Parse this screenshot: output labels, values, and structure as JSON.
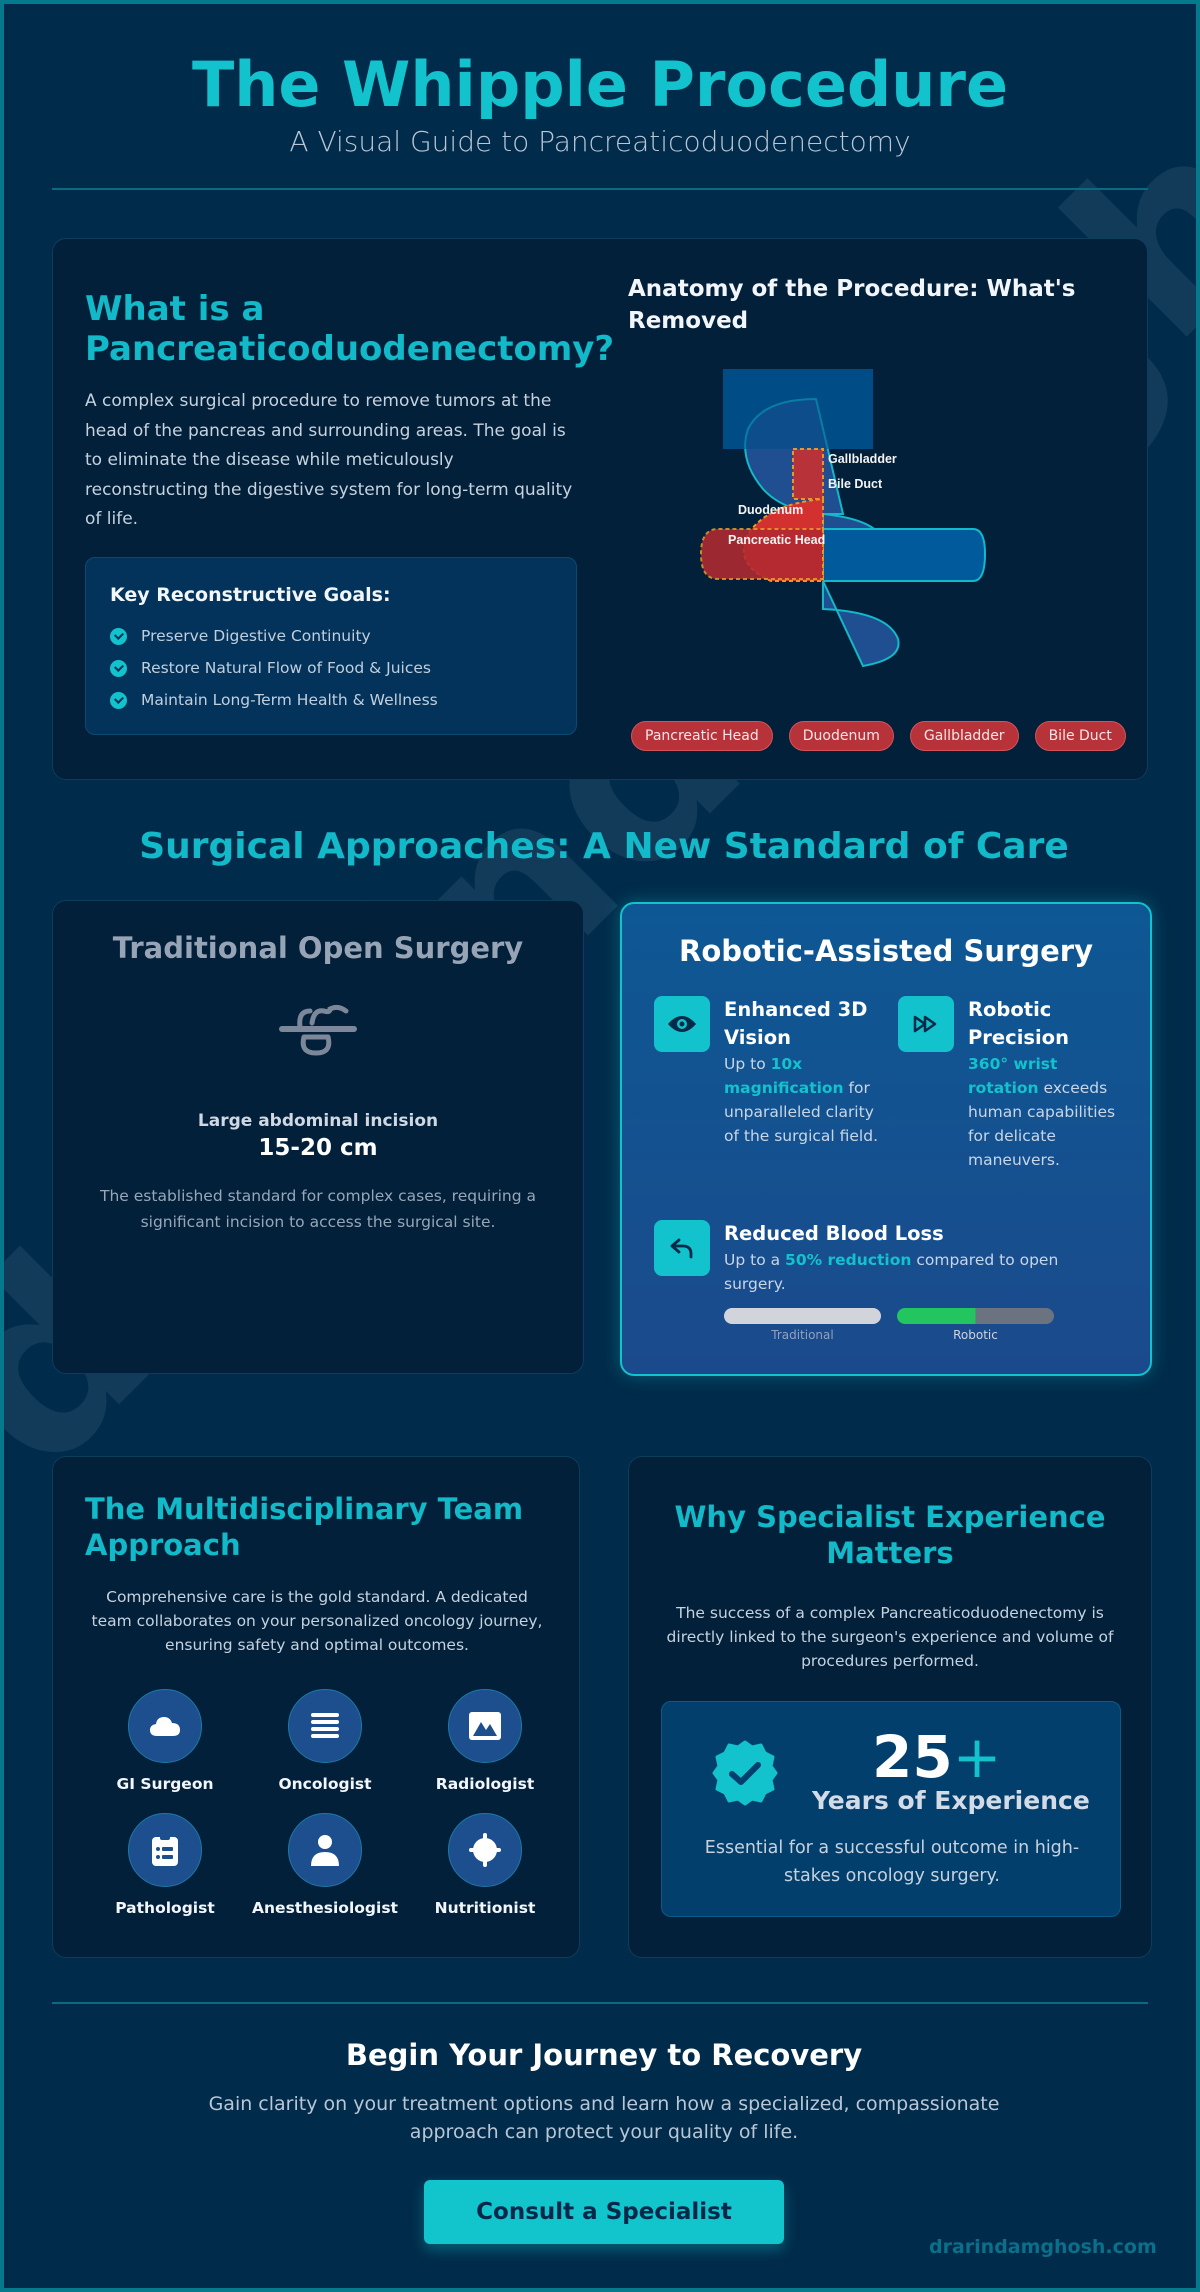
{
  "header": {
    "title": "The Whipple Procedure",
    "subtitle": "A Visual Guide to Pancreaticoduodenectomy"
  },
  "intro": {
    "heading": "What is a Pancreaticoduodenectomy?",
    "description": "A complex surgical procedure to remove tumors at the head of the pancreas and surrounding areas. The goal is to eliminate the disease while meticulously reconstructing the digestive system for long-term quality of life.",
    "goals_heading": "Key Reconstructive Goals:",
    "goals": [
      "Preserve Digestive Continuity",
      "Restore Natural Flow of Food & Juices",
      "Maintain Long-Term Health & Wellness"
    ]
  },
  "anatomy": {
    "heading": "Anatomy of the Procedure: What's Removed",
    "diagram_labels": {
      "gallbladder": "Gallbladder",
      "bile_duct": "Bile Duct",
      "duodenum": "Duodenum",
      "pancreatic_head": "Pancreatic Head"
    },
    "removed_tags": [
      "Pancreatic Head",
      "Duodenum",
      "Gallbladder",
      "Bile Duct"
    ],
    "colors": {
      "removed": "#d32f2f",
      "organ": "#005a9c",
      "outline": "#12b9c8",
      "tag": "#b8323a"
    }
  },
  "approaches": {
    "section_title": "Surgical Approaches: A New Standard of Care",
    "traditional": {
      "heading": "Traditional Open Surgery",
      "icon": "incision-icon",
      "label": "Large abdominal incision",
      "value": "15-20 cm",
      "description": "The established standard for complex cases, requiring a significant incision to access the surgical site."
    },
    "robotic": {
      "heading": "Robotic-Assisted Surgery",
      "features": [
        {
          "icon": "eye-icon",
          "title": "Enhanced 3D Vision",
          "pre": "Up to ",
          "highlight": "10x magnification",
          "post": " for unparalleled clarity of the surgical field."
        },
        {
          "icon": "fast-forward-icon",
          "title": "Robotic Precision",
          "pre": "",
          "highlight": "360° wrist rotation",
          "post": " exceeds human capabilities for delicate maneuvers."
        },
        {
          "icon": "undo-arrow-icon",
          "title": "Reduced Blood Loss",
          "pre": "Up to a ",
          "highlight": "50% reduction",
          "post": " compared to open surgery."
        }
      ],
      "blood_loss_bars": [
        {
          "label": "Traditional",
          "percent": 100,
          "color": "#d1d5db"
        },
        {
          "label": "Robotic",
          "percent": 50,
          "color": "#22c55e"
        }
      ]
    }
  },
  "team": {
    "heading": "The Multidisciplinary Team Approach",
    "description": "Comprehensive care is the gold standard. A dedicated team collaborates on your personalized oncology journey, ensuring safety and optimal outcomes.",
    "members": [
      {
        "name": "GI Surgeon",
        "icon": "cloud-icon"
      },
      {
        "name": "Oncologist",
        "icon": "list-icon"
      },
      {
        "name": "Radiologist",
        "icon": "image-icon"
      },
      {
        "name": "Pathologist",
        "icon": "clipboard-icon"
      },
      {
        "name": "Anesthesiologist",
        "icon": "person-icon"
      },
      {
        "name": "Nutritionist",
        "icon": "crosshair-icon"
      }
    ]
  },
  "experience": {
    "heading": "Why Specialist Experience Matters",
    "description": "The success of a complex Pancreaticoduodenectomy is directly linked to the surgeon's experience and volume of procedures performed.",
    "stat_number": "25",
    "stat_suffix": "+",
    "stat_label": "Years of Experience",
    "stat_description": "Essential for a successful outcome in high-stakes oncology surgery."
  },
  "cta": {
    "heading": "Begin Your Journey to Recovery",
    "description": "Gain clarity on your treatment options and learn how a specialized, compassionate approach can protect your quality of life.",
    "button_label": "Consult a Specialist"
  },
  "footer": {
    "site": "drarindamghosh.com"
  },
  "watermark": "drarindamghosh.com",
  "colors": {
    "accent": "#12c2cc",
    "background": "#002b4a",
    "card": "#022039",
    "frame": "#047a8c"
  }
}
